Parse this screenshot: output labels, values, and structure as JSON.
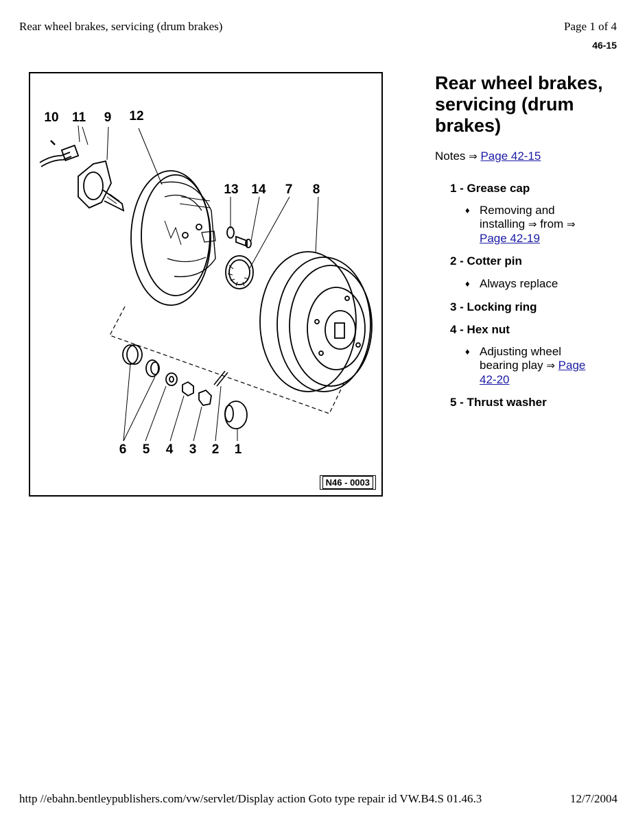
{
  "header": {
    "title": "Rear wheel brakes, servicing (drum brakes)",
    "page": "Page 1 of 4",
    "code": "46-15"
  },
  "figure": {
    "id_label": "N46 - 0003",
    "callouts": [
      "10",
      "11",
      "9",
      "12",
      "13",
      "14",
      "7",
      "8",
      "6",
      "5",
      "4",
      "3",
      "2",
      "1"
    ]
  },
  "section": {
    "title": "Rear wheel brakes, servicing (drum brakes)",
    "notes_label": "Notes",
    "notes_link": "Page 42-15",
    "items": [
      {
        "label": "1 - Grease cap",
        "subs": [
          {
            "pre": "Removing and installing",
            "mid": "from",
            "link": "Page 42-19"
          }
        ]
      },
      {
        "label": "2 - Cotter pin",
        "subs": [
          {
            "text": "Always replace"
          }
        ]
      },
      {
        "label": "3 - Locking ring"
      },
      {
        "label": "4 - Hex nut",
        "subs": [
          {
            "pre": "Adjusting wheel bearing play",
            "link": "Page 42-20"
          }
        ]
      },
      {
        "label": "5 - Thrust washer"
      }
    ]
  },
  "footer": {
    "url": "http //ebahn.bentleypublishers.com/vw/servlet/Display action Goto type repair id VW.B4.S 01.46.3",
    "date": "12/7/2004"
  },
  "icons": {
    "arrow": "⇒",
    "bullet": "♦"
  }
}
